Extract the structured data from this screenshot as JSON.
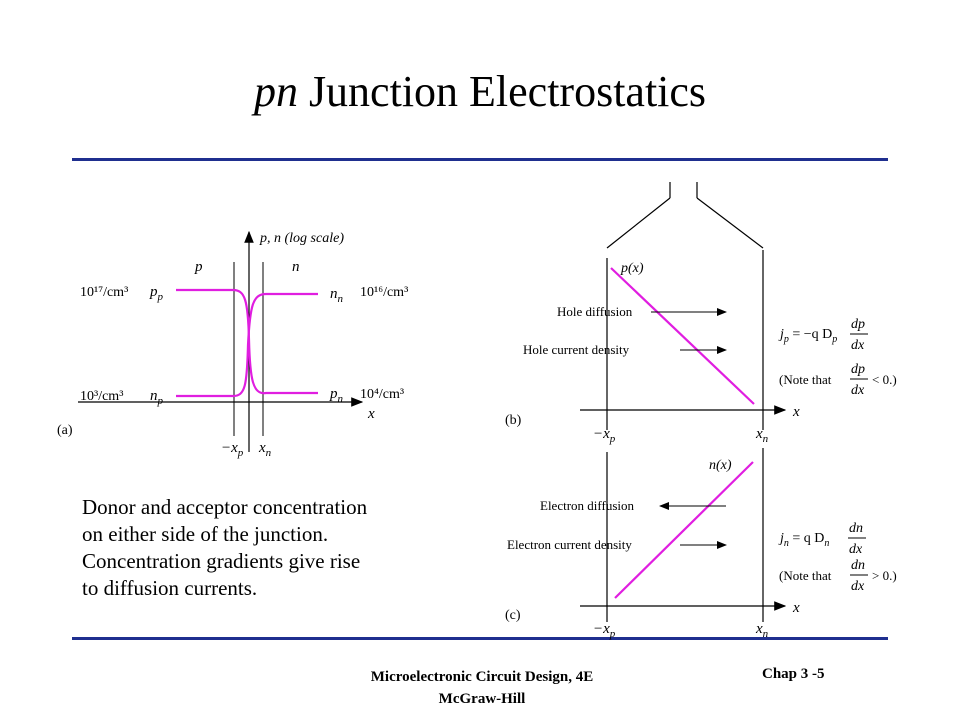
{
  "slide": {
    "title_italic": "pn",
    "title_rest": " Junction Electrostatics",
    "caption": [
      "Donor and acceptor concentration",
      "on either side of the junction.",
      "Concentration gradients give rise",
      "to diffusion currents."
    ],
    "footer_left": [
      "Microelectronic Circuit Design, 4E",
      "McGraw-Hill"
    ],
    "footer_right": "Chap 3 -5"
  },
  "colors": {
    "accent_rule": "#1f2f8f",
    "curve": "#e01ee0"
  },
  "figure_a": {
    "panel_label": "(a)",
    "axis_label": "p, n (log scale)",
    "x_label": "x",
    "region_p": "p",
    "region_n": "n",
    "left_high": "10¹⁷/cm³",
    "left_low": "10³/cm³",
    "right_high": "10¹⁶/cm³",
    "right_low": "10⁴/cm³",
    "pp": "p",
    "pp_sub": "p",
    "np": "n",
    "np_sub": "p",
    "nn": "n",
    "nn_sub": "n",
    "pn": "p",
    "pn_sub": "n",
    "xp": "−x",
    "xp_sub": "p",
    "xn": "x",
    "xn_sub": "n"
  },
  "figure_b": {
    "panel_label": "(b)",
    "curve_label": "p(x)",
    "arrow1": "Hole diffusion",
    "arrow2": "Hole current density",
    "eq": "j",
    "eq_sub": "p",
    "eq_rhs": " = −q D",
    "eq_rhs_sub": "p",
    "frac_num": "dp",
    "frac_den": "dx",
    "note_pre": "(Note that",
    "note_post": "< 0.)",
    "x_label": "x",
    "xp": "−x",
    "xp_sub": "p",
    "xn": "x",
    "xn_sub": "n"
  },
  "figure_c": {
    "panel_label": "(c)",
    "curve_label": "n(x)",
    "arrow1": "Electron diffusion",
    "arrow2": "Electron current density",
    "eq": "j",
    "eq_sub": "n",
    "eq_rhs": " = q D",
    "eq_rhs_sub": "n",
    "frac_num": "dn",
    "frac_den": "dx",
    "note_pre": "(Note that",
    "note_post": "> 0.)",
    "x_label": "x",
    "xp": "−x",
    "xp_sub": "p",
    "xn": "x",
    "xn_sub": "n"
  }
}
